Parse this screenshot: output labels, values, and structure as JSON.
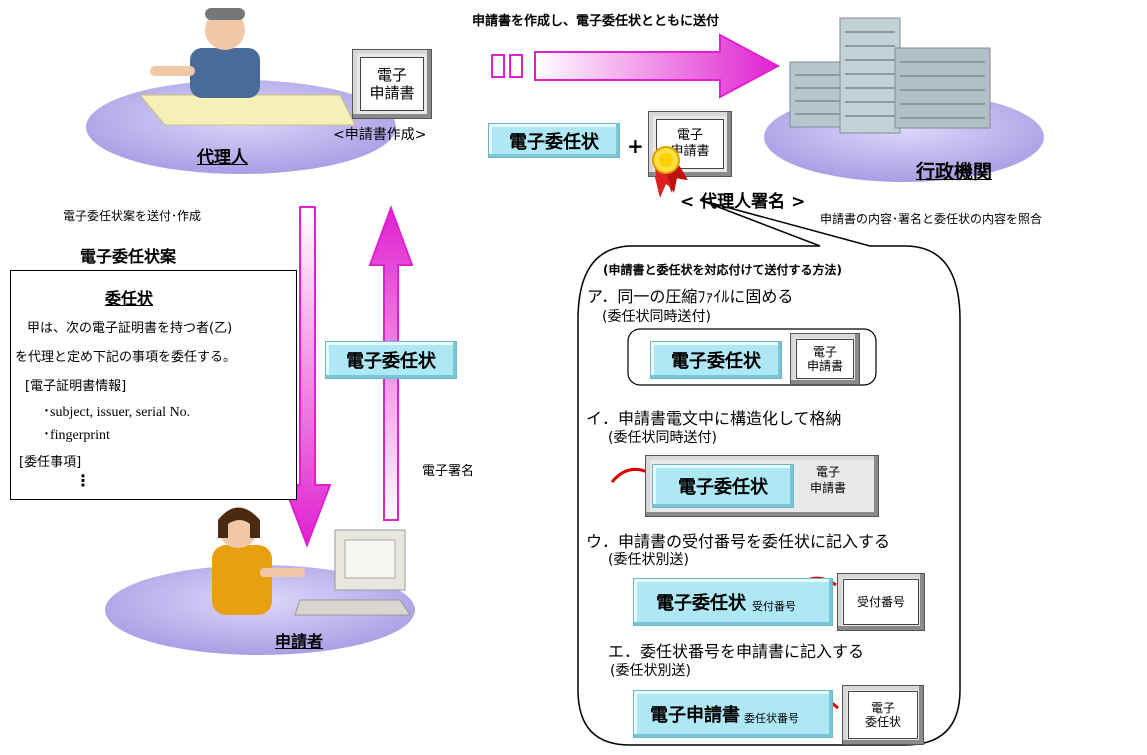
{
  "top_caption": "申請書を作成し、電子委任状とともに送付",
  "agent": {
    "label": "代理人"
  },
  "agent_doc": {
    "line1": "電子",
    "line2": "申請書"
  },
  "create_label": "<申請書作成>",
  "e_proxy_chip": "電子委任状",
  "plus": "+",
  "signed_doc": {
    "line1": "電子",
    "line2": "申請書"
  },
  "agent_sign_label": "< 代理人署名 >",
  "admin": {
    "label": "行政機関"
  },
  "admin_caption": "申請書の内容･署名と委任状の内容を照合",
  "left_caption": "電子委任状案を送付･作成",
  "draft_title": "電子委任状案",
  "draft_doc": {
    "heading": "委任状",
    "line1": "甲は、次の電子証明書を持つ者(乙)",
    "line2": "を代理と定め下記の事項を委任する。",
    "line3": "[電子証明書情報]",
    "line4": "･subject, issuer, serial No.",
    "line5": "･fingerprint",
    "line6": "[委任事項]",
    "line7": "⋮"
  },
  "middle_chip": "電子委任状",
  "e_signature": "電子署名",
  "applicant": {
    "label": "申請者"
  },
  "methods": {
    "title": "(申請書と委任状を対応付けて送付する方法)",
    "a_title": "ア．同一の圧縮ﾌｧｲﾙに固める",
    "a_sub": "(委任状同時送付)",
    "a_chip": "電子委任状",
    "a_doc1": "電子",
    "a_doc2": "申請書",
    "i_title": "イ．申請書電文中に構造化して格納",
    "i_sub": "(委任状同時送付)",
    "i_chip": "電子委任状",
    "i_doc1": "電子",
    "i_doc2": "申請書",
    "u_title": "ウ．申請書の受付番号を委任状に記入する",
    "u_sub": "(委任状別送)",
    "u_chip": "電子委任状",
    "u_small": "受付番号",
    "u_box": "受付番号",
    "e_title": "エ．委任状番号を申請書に記入する",
    "e_sub": "(委任状別送)",
    "e_chip": "電子申請書",
    "e_small": "委任状番号",
    "e_doc1": "電子",
    "e_doc2": "委任状"
  },
  "colors": {
    "ellipse": "#bfb6ee",
    "magenta": "#e020d0",
    "cyan": "#aee8f4",
    "red": "#e00000"
  }
}
